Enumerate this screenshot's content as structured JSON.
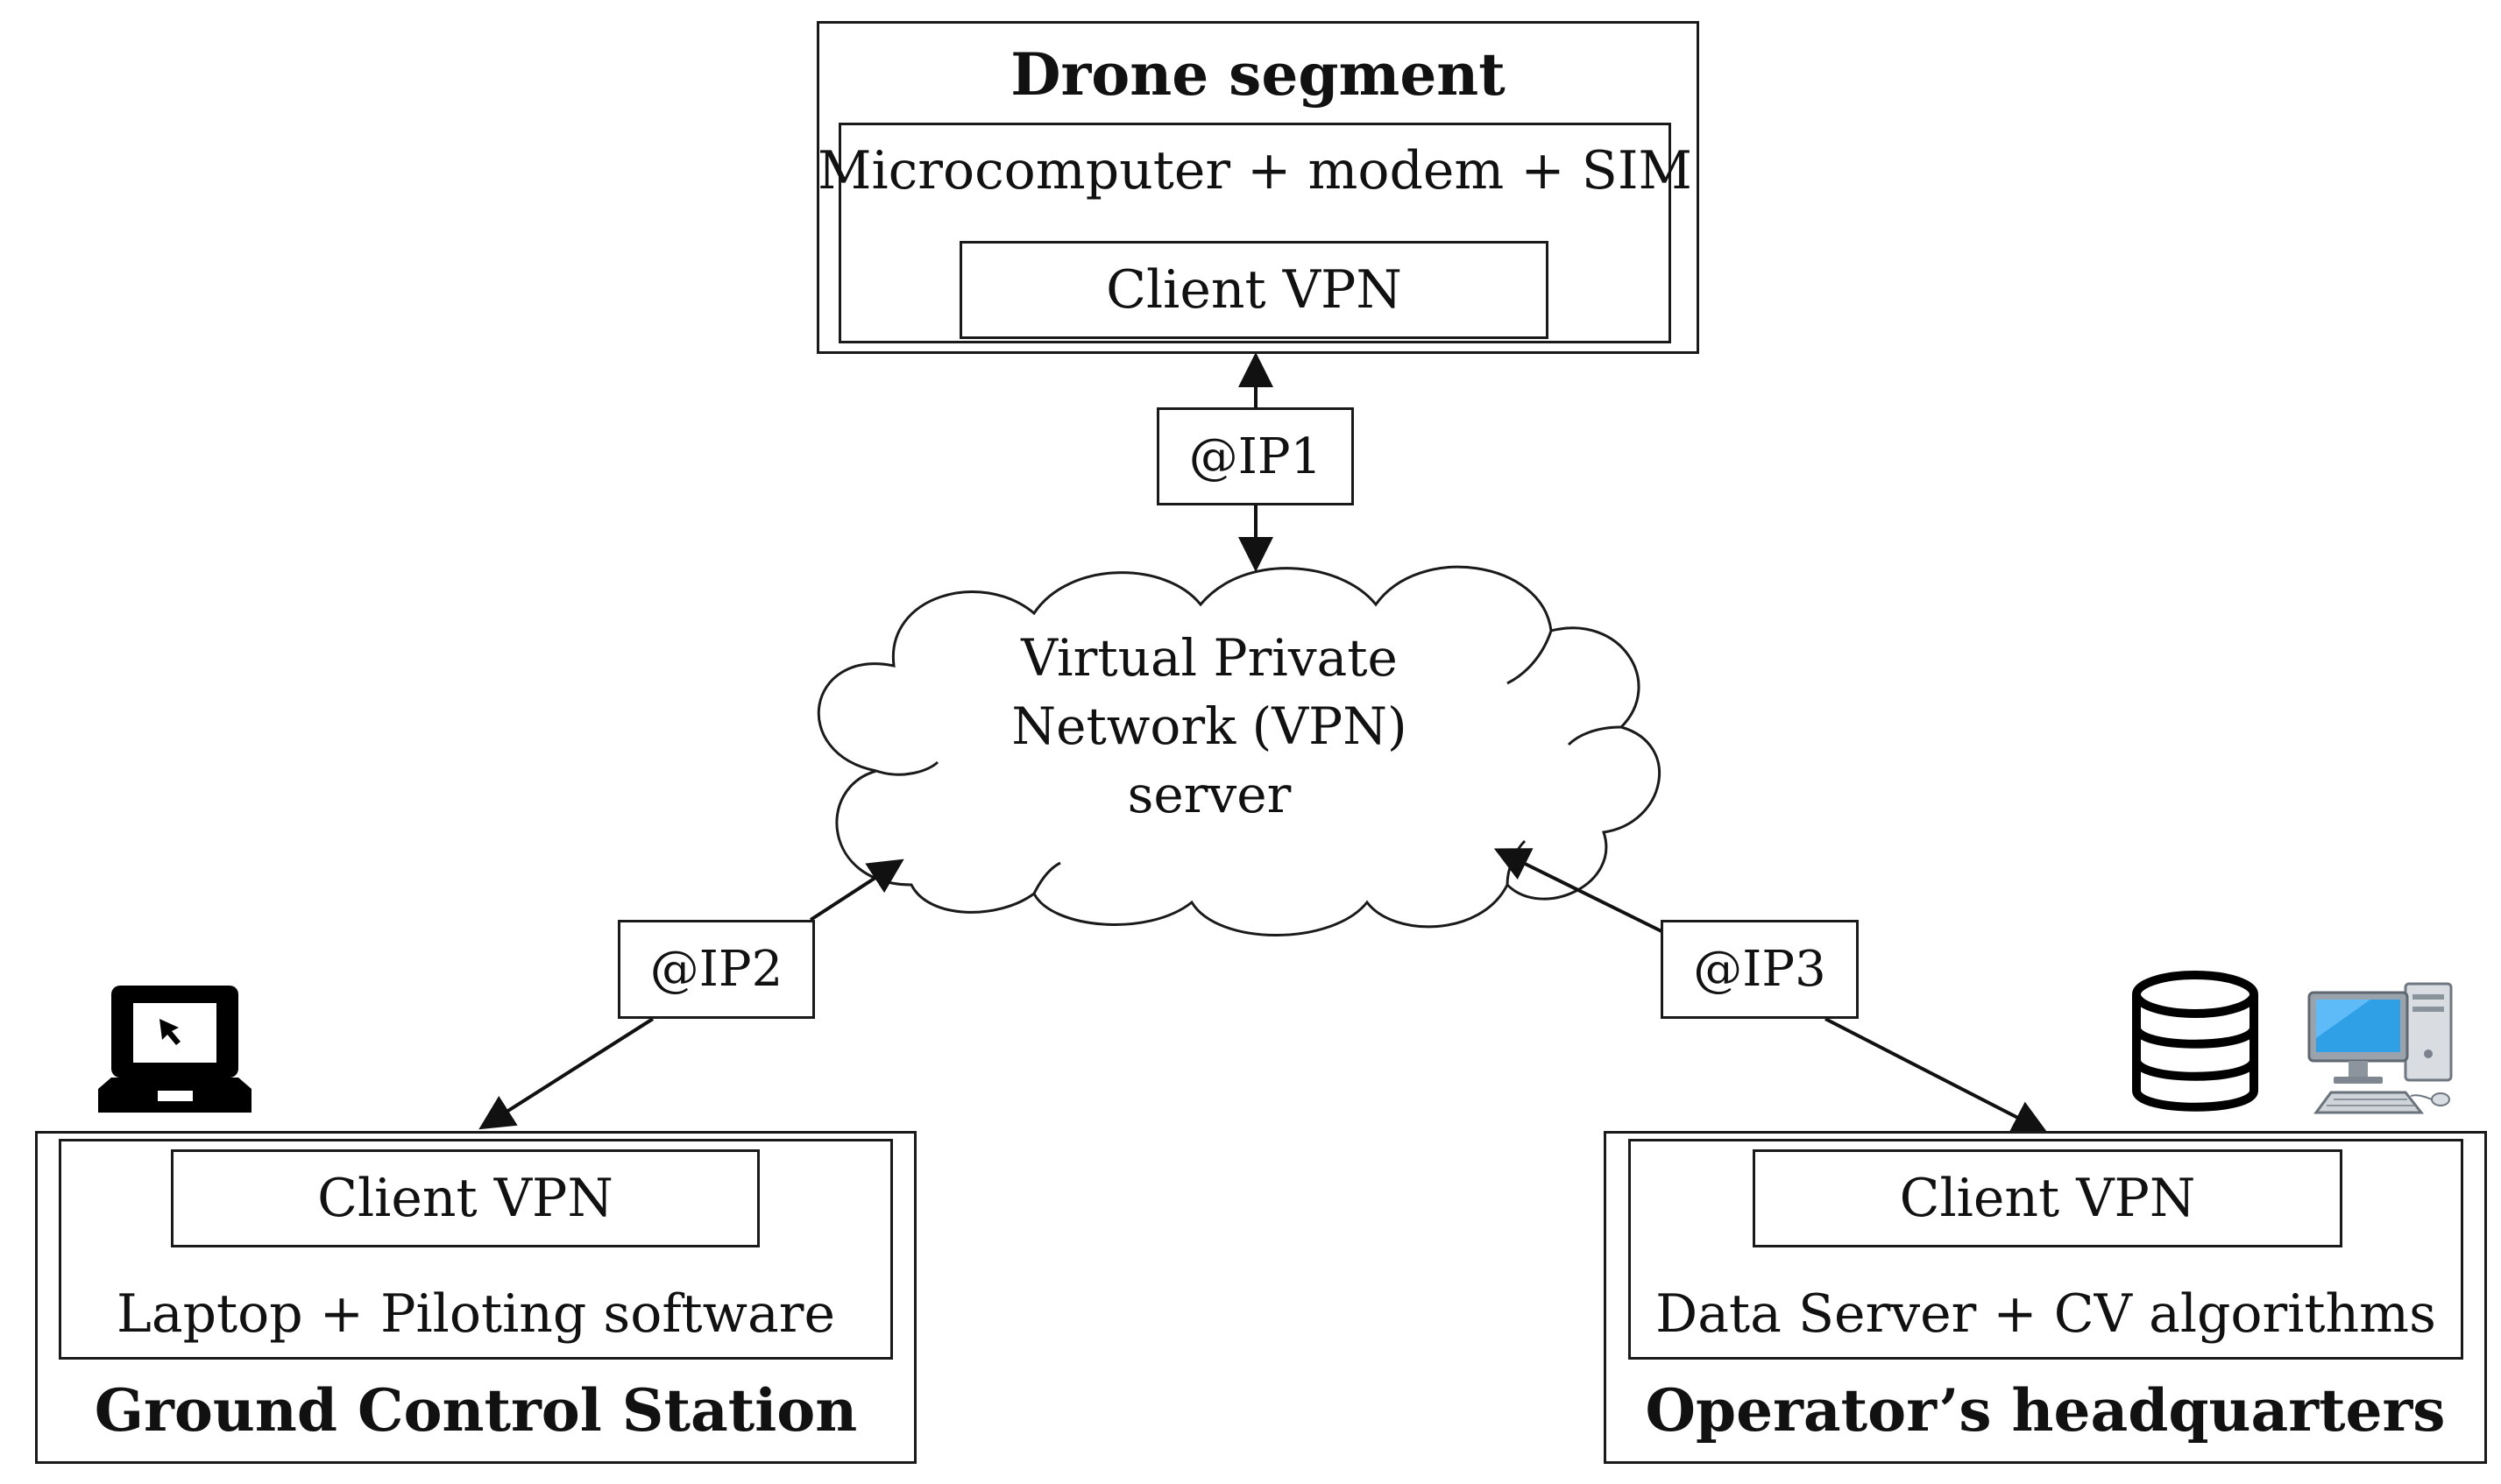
{
  "drone_segment": {
    "title": "Drone segment",
    "component": "Microcomputer + modem + SIM",
    "client": "Client VPN"
  },
  "vpn_server": {
    "line1": "Virtual Private",
    "line2": "Network (VPN)",
    "line3": "server"
  },
  "links": {
    "ip1": "@IP1",
    "ip2": "@IP2",
    "ip3": "@IP3"
  },
  "ground_station": {
    "title": "Ground Control Station",
    "component": "Laptop + Piloting software",
    "client": "Client VPN",
    "icon": "laptop-icon"
  },
  "headquarters": {
    "title": "Operator’s headquarters",
    "component": "Data Server + CV algorithms",
    "client": "Client VPN",
    "icons": [
      "database-icon",
      "desktop-computer-icon"
    ]
  }
}
